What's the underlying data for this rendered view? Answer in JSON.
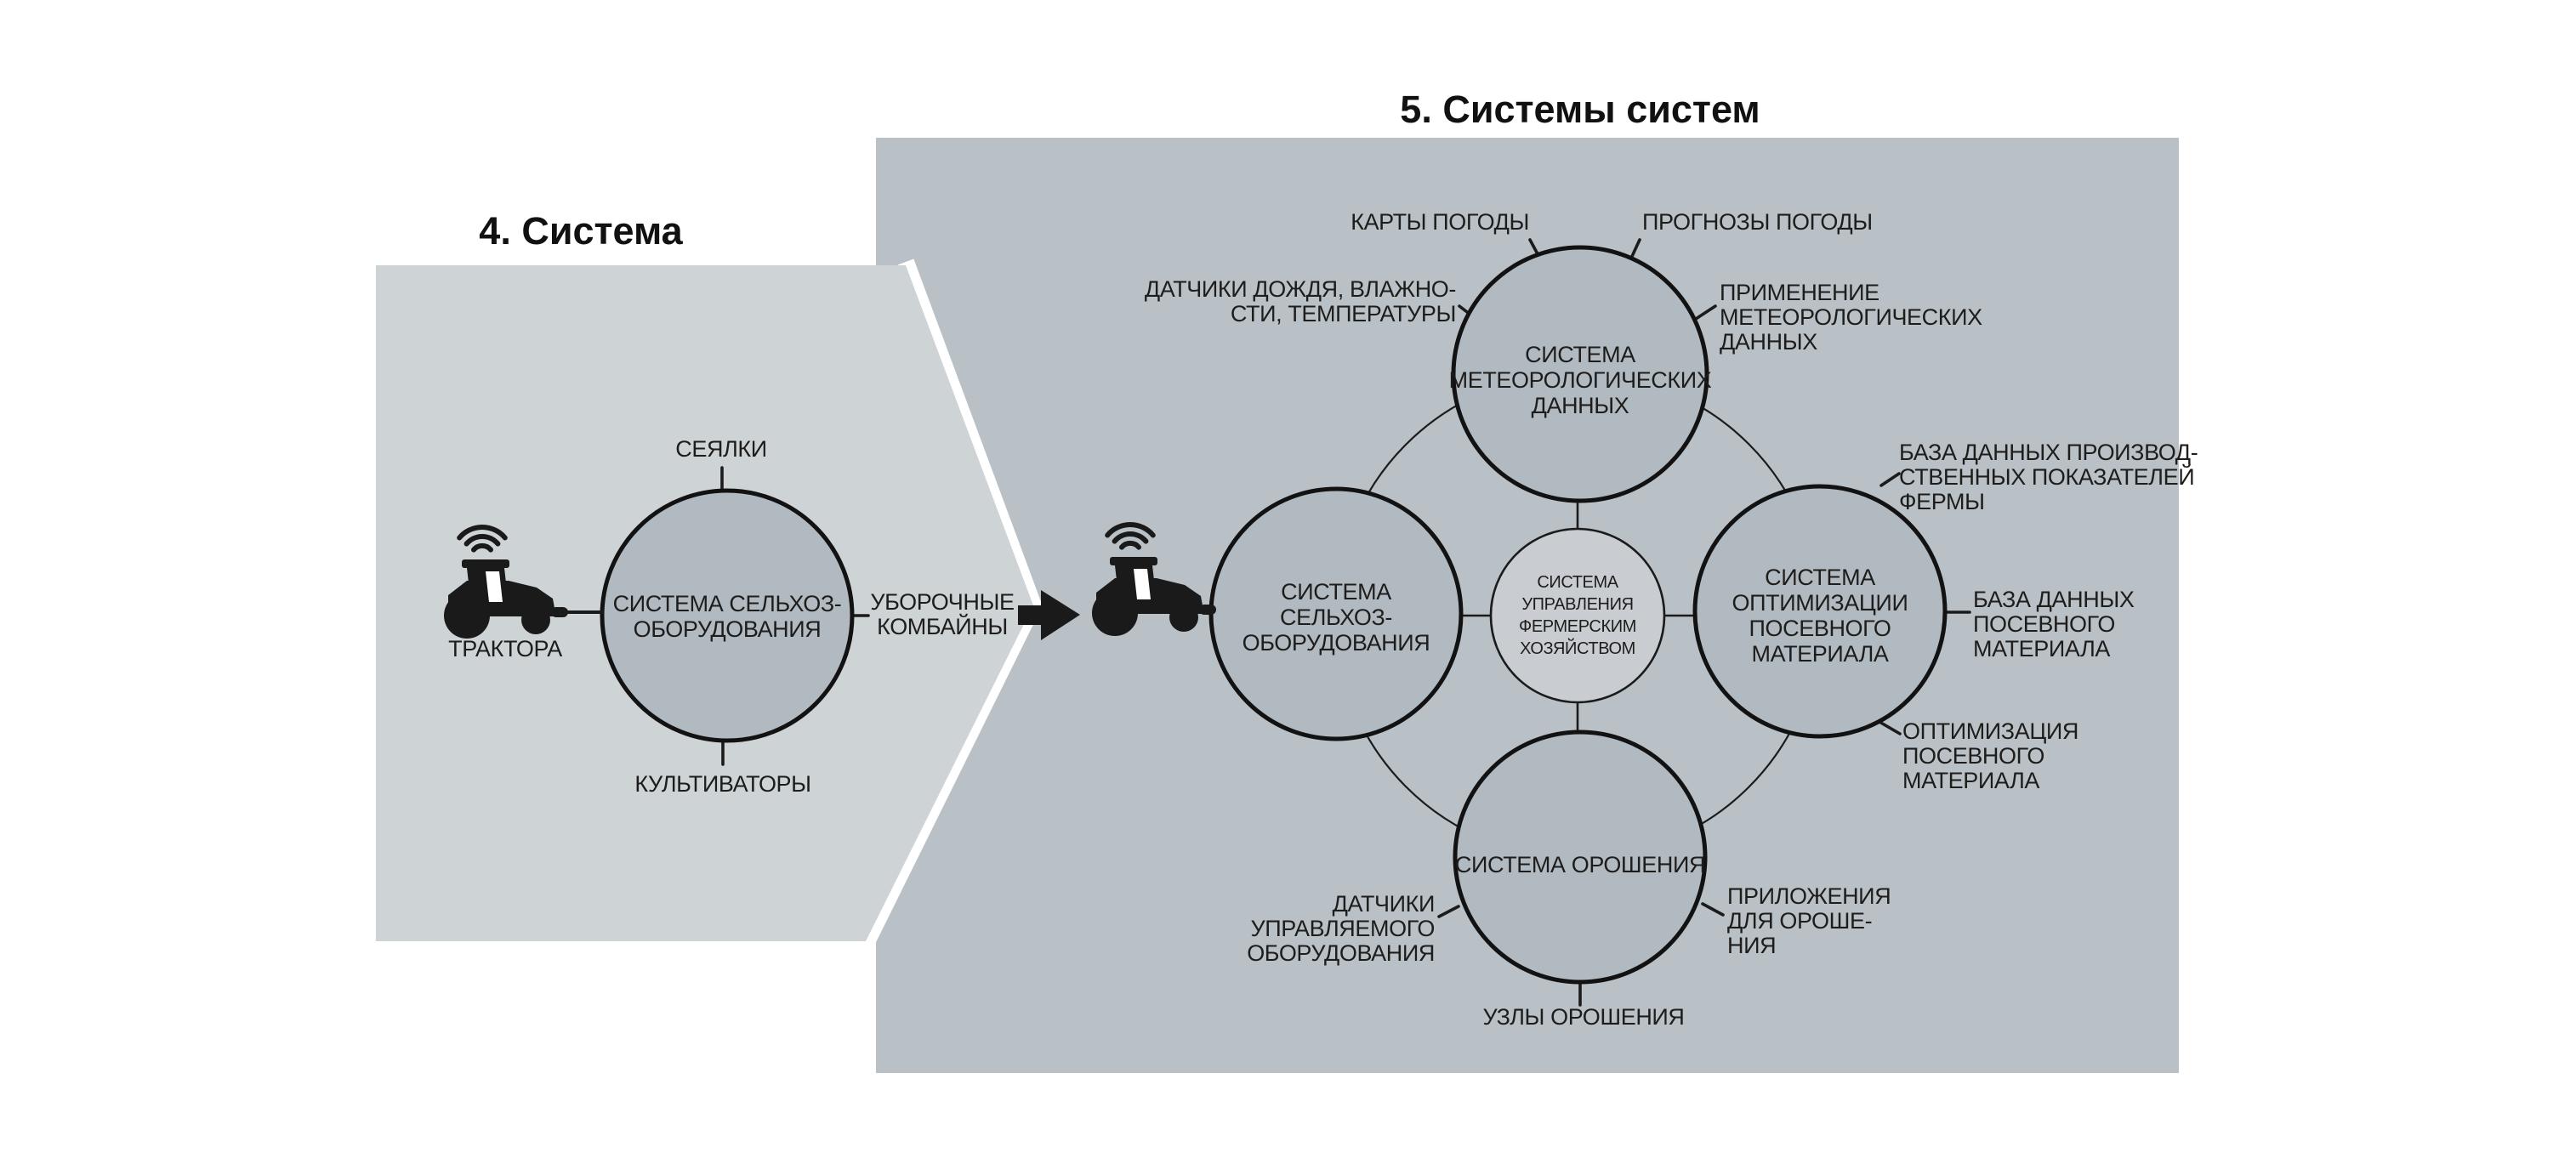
{
  "titles": {
    "system": "4. Система",
    "system_of_systems": "5. Системы систем"
  },
  "panel4": {
    "circle": "СИСТЕМА СЕЛЬХОЗ-\nОБОРУДОВАНИЯ",
    "labels": {
      "top": "СЕЯЛКИ",
      "left": "ТРАКТОРА",
      "bottom": "КУЛЬТИВАТОРЫ",
      "right": "УБОРОЧНЫЕ\nКОМБАЙНЫ"
    }
  },
  "panel5": {
    "hub": "СИСТЕМА\nУПРАВЛЕНИЯ\nФЕРМЕРСКИМ\nХОЗЯЙСТВОМ",
    "weather_circle": "СИСТЕМА\nМЕТЕОРОЛОГИЧЕСКИХ\nДАННЫХ",
    "equipment_circle": "СИСТЕМА\nСЕЛЬХОЗ-\nОБОРУДОВАНИЯ",
    "seed_circle": "СИСТЕМА\nОПТИМИЗАЦИИ\nПОСЕВНОГО\nМАТЕРИАЛА",
    "irrigation_circle": "СИСТЕМА ОРОШЕНИЯ",
    "labels": {
      "weather_maps": "КАРТЫ ПОГОДЫ",
      "weather_forecasts": "ПРОГНОЗЫ ПОГОДЫ",
      "rain_sensors": "ДАТЧИКИ ДОЖДЯ, ВЛАЖНО-\nСТИ, ТЕМПЕРАТУРЫ",
      "weather_application": "ПРИМЕНЕНИЕ\nМЕТЕОРОЛОГИЧЕСКИХ\nДАННЫХ",
      "farm_performance_db": "БАЗА ДАННЫХ ПРОИЗВОД-\nСТВЕННЫХ ПОКАЗАТЕЛЕЙ\nФЕРМЫ",
      "seed_db": "БАЗА ДАННЫХ\nПОСЕВНОГО\nМАТЕРИАЛА",
      "seed_optimization": "ОПТИМИЗАЦИЯ\nПОСЕВНОГО\nМАТЕРИАЛА",
      "equipment_sensors": "ДАТЧИКИ\nУПРАВЛЯЕМОГО\nОБОРУДОВАНИЯ",
      "irrigation_apps": "ПРИЛОЖЕНИЯ\nДЛЯ ОРОШЕ-\nНИЯ",
      "irrigation_nodes": "УЗЛЫ ОРОШЕНИЯ"
    }
  },
  "colors": {
    "light_panel": "#ced3d6",
    "dark_panel": "#b9c0c6",
    "circle_fill": "#b2bac1",
    "hub_fill": "#c9cdd1",
    "ink": "#1d1d1b"
  }
}
